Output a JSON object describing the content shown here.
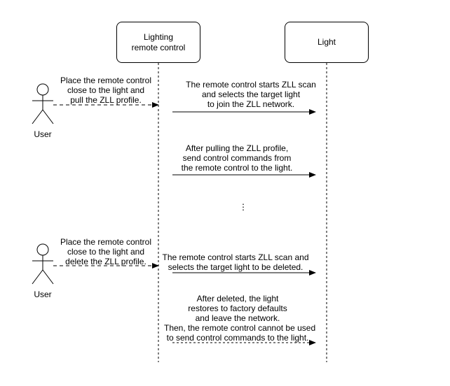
{
  "participants": {
    "remote": {
      "label_lines": [
        "Lighting",
        "remote control"
      ]
    },
    "light": {
      "label": "Light"
    }
  },
  "actors": [
    {
      "label": "User"
    },
    {
      "label": "User"
    }
  ],
  "messages": {
    "m1": {
      "lines": [
        "Place the remote control",
        "close to the light and",
        "pull the ZLL profile."
      ]
    },
    "m2": {
      "lines": [
        "The remote control starts ZLL scan",
        "and selects the target light",
        "to join the ZLL network."
      ]
    },
    "m3": {
      "lines": [
        "After pulling the ZLL profile,",
        "send control commands from",
        "the remote control to the light."
      ]
    },
    "m4": {
      "lines": [
        "Place the remote control",
        "close to the light and",
        "delete the ZLL profile."
      ]
    },
    "m5": {
      "lines": [
        "The remote control starts ZLL scan and",
        "selects the target light to be deleted."
      ]
    },
    "m6": {
      "lines": [
        "After deleted, the light",
        "restores to factory defaults",
        "and leave the network.",
        "Then, the remote control cannot be used",
        "to send control commands to the light."
      ]
    }
  },
  "gap_marker": "⋮"
}
